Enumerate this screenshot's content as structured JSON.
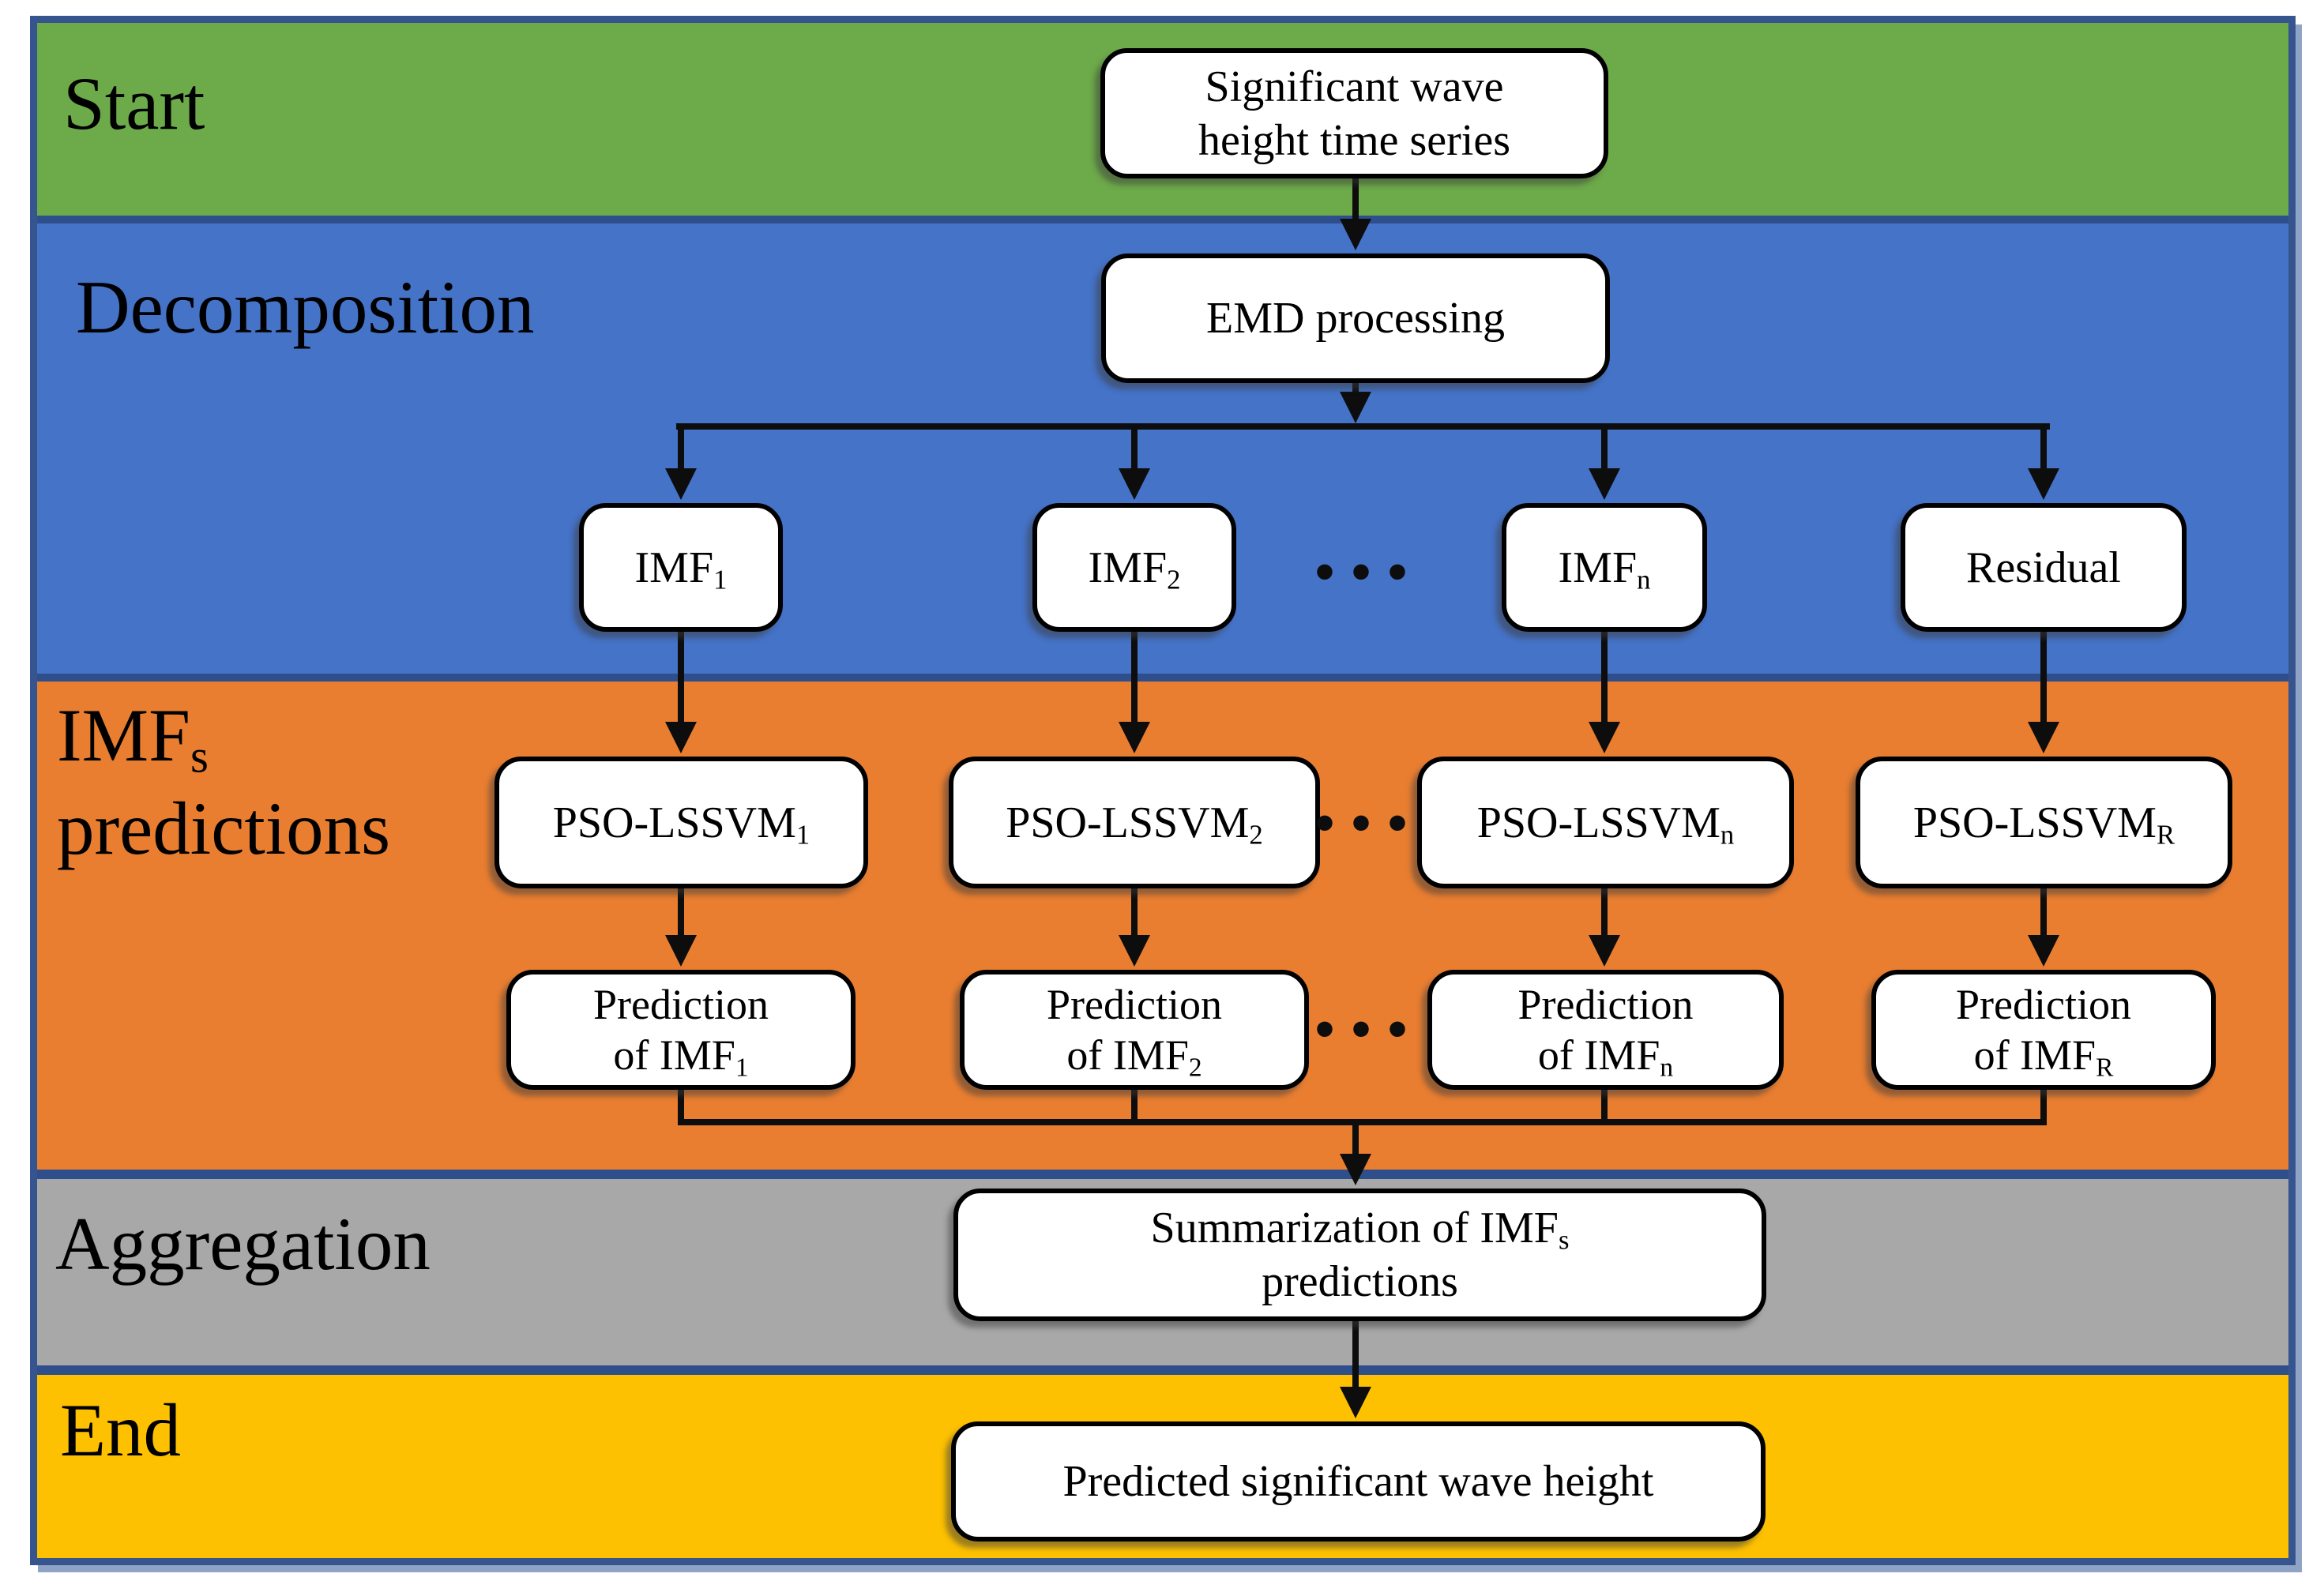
{
  "bands": {
    "start": {
      "label": "Start",
      "color": "#6DAA4A"
    },
    "decomposition": {
      "label": "Decomposition",
      "color": "#4573C8"
    },
    "imf_predictions": {
      "label_base": "IMF",
      "label_sub": "s",
      "label_line2": "predictions",
      "color": "#E97E31"
    },
    "aggregation": {
      "label": "Aggregation",
      "color": "#A8A8A8"
    },
    "end": {
      "label": "End",
      "color": "#FDC101"
    }
  },
  "nodes": {
    "input": {
      "line1": "Significant wave",
      "line2": "height time series"
    },
    "emd": {
      "label": "EMD processing"
    },
    "imf": [
      {
        "base": "IMF",
        "sub": "1"
      },
      {
        "base": "IMF",
        "sub": "2"
      },
      {
        "base": "IMF",
        "sub": "n"
      },
      {
        "base": "Residual",
        "sub": ""
      }
    ],
    "pso": [
      {
        "base": "PSO-LSSVM",
        "sub": "1"
      },
      {
        "base": "PSO-LSSVM",
        "sub": "2"
      },
      {
        "base": "PSO-LSSVM",
        "sub": "n"
      },
      {
        "base": "PSO-LSSVM",
        "sub": "R"
      }
    ],
    "prediction": [
      {
        "line1": "Prediction",
        "base": "of IMF",
        "sub": "1"
      },
      {
        "line1": "Prediction",
        "base": "of IMF",
        "sub": "2"
      },
      {
        "line1": "Prediction",
        "base": "of IMF",
        "sub": "n"
      },
      {
        "line1": "Prediction",
        "base": "of IMF",
        "sub": "R"
      }
    ],
    "summarization": {
      "line1_base": "Summarization of IMF",
      "line1_sub": "s",
      "line2": "predictions"
    },
    "output": {
      "label": "Predicted significant wave height"
    }
  },
  "ellipsis": "···",
  "styles": {
    "border_color": "#36558F",
    "separator_color": "#2F4E8C",
    "connector_color": "#0D0D0D"
  }
}
